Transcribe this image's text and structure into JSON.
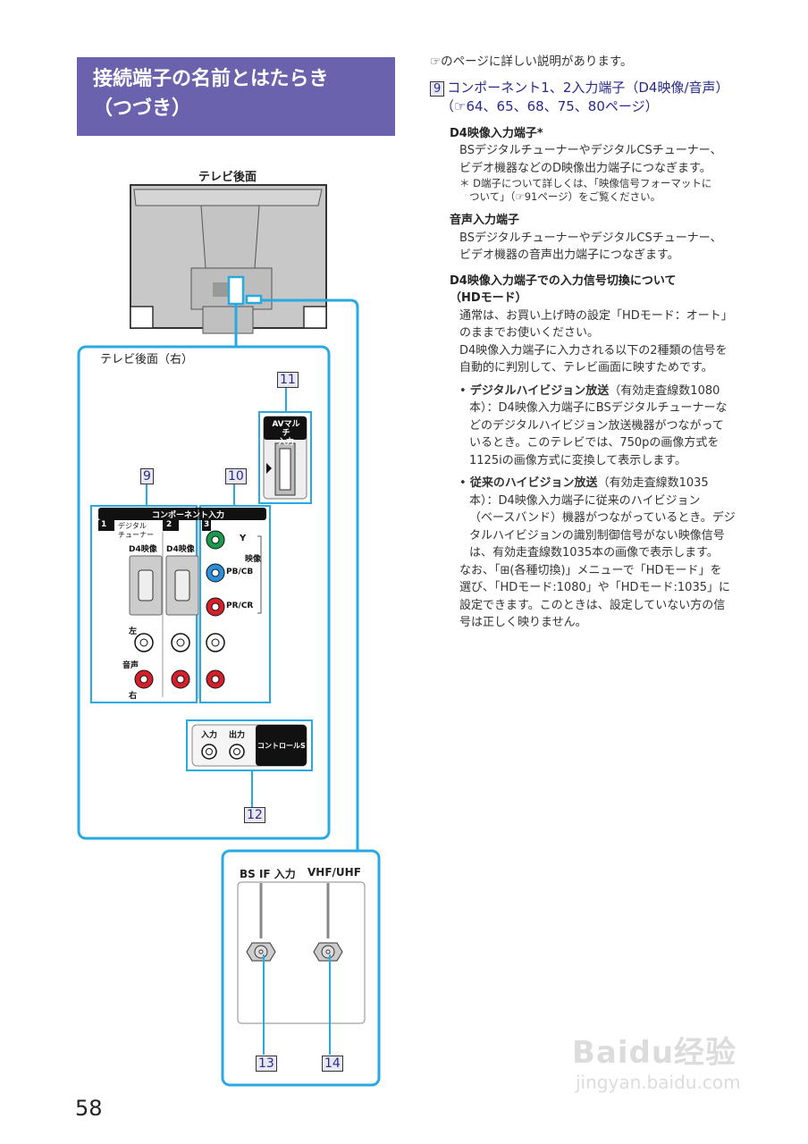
{
  "header": {
    "title_line1": "接続端子の名前とはたらき",
    "title_line2": "（つづき）",
    "color": "#6b62ad"
  },
  "right": {
    "note": "☞のページに詳しい説明があります。",
    "section": {
      "num": "9",
      "title": "コンポーネント1、2入力端子（D4映像/音声）",
      "pages": "（☞64、65、68、75、80ページ）"
    },
    "d4": {
      "heading": "D4映像入力端子*",
      "body1": "BSデジタルチューナーやデジタルCSチューナー、",
      "body2": "ビデオ機器などのD映像出力端子につなぎます。",
      "foot1": "＊ D端子について詳しくは、「映像信号フォーマットに",
      "foot2": "ついて」（☞91ページ）をご覧ください。"
    },
    "audio": {
      "heading": "音声入力端子",
      "body1": "BSデジタルチューナーやデジタルCSチューナー、",
      "body2": "ビデオ機器の音声出力端子につなぎます。"
    },
    "hd": {
      "heading1": "D4映像入力端子での入力信号切換について",
      "heading2": "（HDモード）",
      "p1a": "通常は、お買い上げ時の設定「HDモード：オート」",
      "p1b": "のままでお使いください。",
      "p2a": "D4映像入力端子に入力される以下の2種類の信号を",
      "p2b": "自動的に判別して、テレビ画面に映すためです。",
      "bullets": [
        {
          "bold": "デジタルハイビジョン放送",
          "lines": [
            "（有効走査線数1080",
            "本）：D4映像入力端子にBSデジタルチューナーな",
            "どのデジタルハイビジョン放送機器がつながって",
            "いるとき。このテレビでは、750pの画像方式を",
            "1125iの画像方式に変換して表示します。"
          ]
        },
        {
          "bold": "従来のハイビジョン放送",
          "lines": [
            "（有効走査線数1035",
            "本）：D4映像入力端子に従来のハイビジョン",
            "（ベースバンド）機器がつながっているとき。デジ",
            "タルハイビジョンの識別制御信号がない映像信号",
            "は、有効走査線数1035本の画像で表示します。"
          ]
        }
      ],
      "p3": [
        "なお、「⊞(各種切換)」メニューで「HDモード」を",
        "選び、「HDモード:1080」や「HDモード:1035」に",
        "設定できます。このときは、設定していない方の信",
        "号は正しく映りません。"
      ]
    }
  },
  "diagram": {
    "tv_back_label": "テレビ後面",
    "tv_back_right_label": "テレビ後面（右）",
    "callouts": [
      "9",
      "10",
      "11",
      "12",
      "13",
      "14"
    ],
    "av_multi": "AVマルチ\n入力",
    "av_multi_l1": "AVマルチ",
    "av_multi_l2": "入力",
    "component_header": "コンポーネント入力",
    "ch1": "1",
    "ch2": "2",
    "ch3": "3",
    "ch1_sub1": "デジタル",
    "ch1_sub2": "チューナー",
    "d4_label": "D4映像",
    "y_label": "Y",
    "video_label": "映像",
    "pb_label": "PB/CB",
    "pr_label": "PR/CR",
    "left_label": "左",
    "audio_label": "音声",
    "right_label": "右",
    "control_in": "入力",
    "control_out": "出力",
    "control_s": "コントロールS",
    "bsif": "BS IF 入力",
    "vhfuhf": "VHF/UHF",
    "colors": {
      "accent": "#27a9e1",
      "green": "#1a9a4a",
      "blue": "#2a8fd8",
      "red": "#d4202a"
    }
  },
  "page_number": "58",
  "watermark": {
    "brand": "Baidu经验",
    "url": "jingyan.baidu.com"
  }
}
